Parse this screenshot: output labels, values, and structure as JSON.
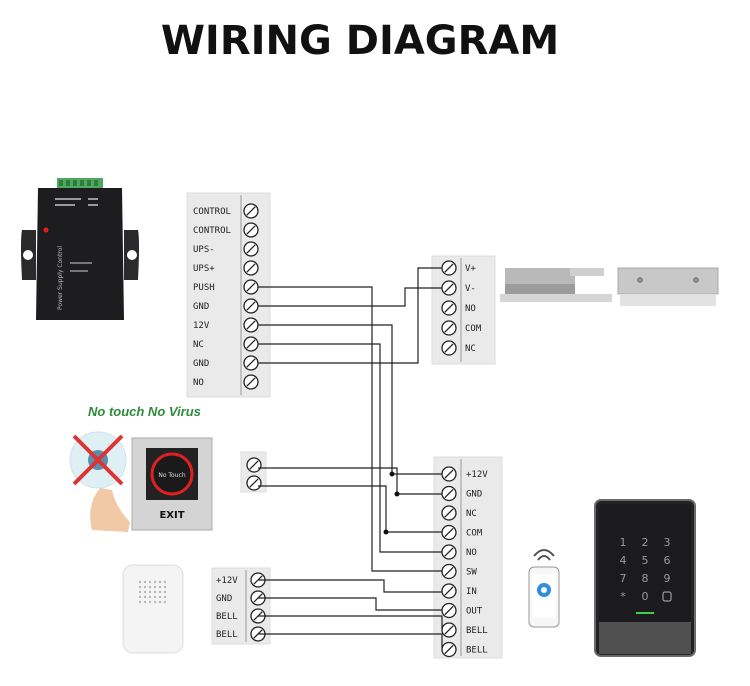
{
  "title": "WIRING DIAGRAM",
  "power_supply": {
    "panel_label": "Power Supply Control",
    "terminals": [
      "CONTROL",
      "CONTROL",
      "UPS-",
      "UPS+",
      "PUSH",
      "GND",
      "12V",
      "NC",
      "GND",
      "NO"
    ]
  },
  "lock": {
    "terminals": [
      "V+",
      "V-",
      "NO",
      "COM",
      "NC"
    ]
  },
  "exit_button": {
    "terminal_count": 2,
    "face_text": "No Touch",
    "plate_text": "EXIT"
  },
  "no_touch_caption": "No touch  No Virus",
  "doorbell": {
    "terminals": [
      "+12V",
      "GND",
      "BELL",
      "BELL"
    ]
  },
  "keypad": {
    "terminals": [
      "+12V",
      "GND",
      "NC",
      "COM",
      "NO",
      "SW",
      "IN",
      "OUT",
      "BELL",
      "BELL"
    ],
    "keys": [
      "1",
      "2",
      "3",
      "4",
      "5",
      "6",
      "7",
      "8",
      "9",
      "*",
      "0"
    ]
  },
  "colors": {
    "wire": "#222222",
    "caption": "#2e8b3a",
    "keypad_bg": "#1b1b1d",
    "accent_green": "#3ccf4e"
  }
}
